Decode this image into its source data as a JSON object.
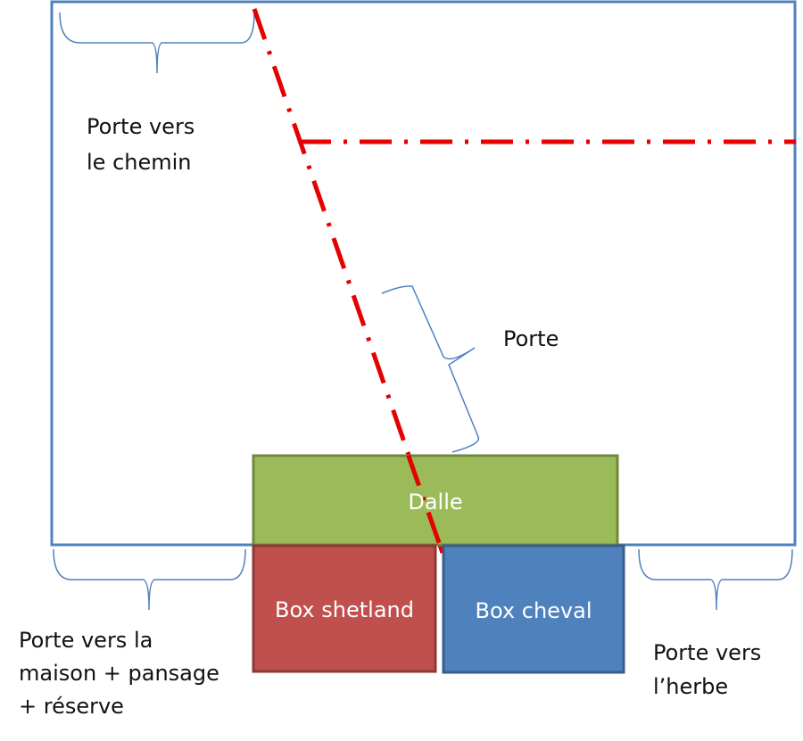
{
  "diagram": {
    "title": "Plan écurie / paddock",
    "colors": {
      "outline": "#4f81bd",
      "door_line": "#e60000",
      "brace": "#4f81bd",
      "dalle_fill": "#9bbb59",
      "dalle_stroke": "#71893f",
      "shetland_fill": "#c0504d",
      "shetland_stroke": "#8c3836",
      "cheval_fill": "#4f81bd",
      "cheval_stroke": "#385d8a"
    },
    "labels": {
      "top_left_door": [
        "Porte vers",
        "le chemin"
      ],
      "door": "Porte",
      "bottom_left_door": [
        "Porte vers la",
        "maison + pansage",
        "+ réserve"
      ],
      "bottom_right_door": [
        "Porte vers",
        "l’herbe"
      ]
    },
    "boxes": {
      "dalle": "Dalle",
      "shetland": "Box shetland",
      "cheval": "Box cheval"
    }
  }
}
